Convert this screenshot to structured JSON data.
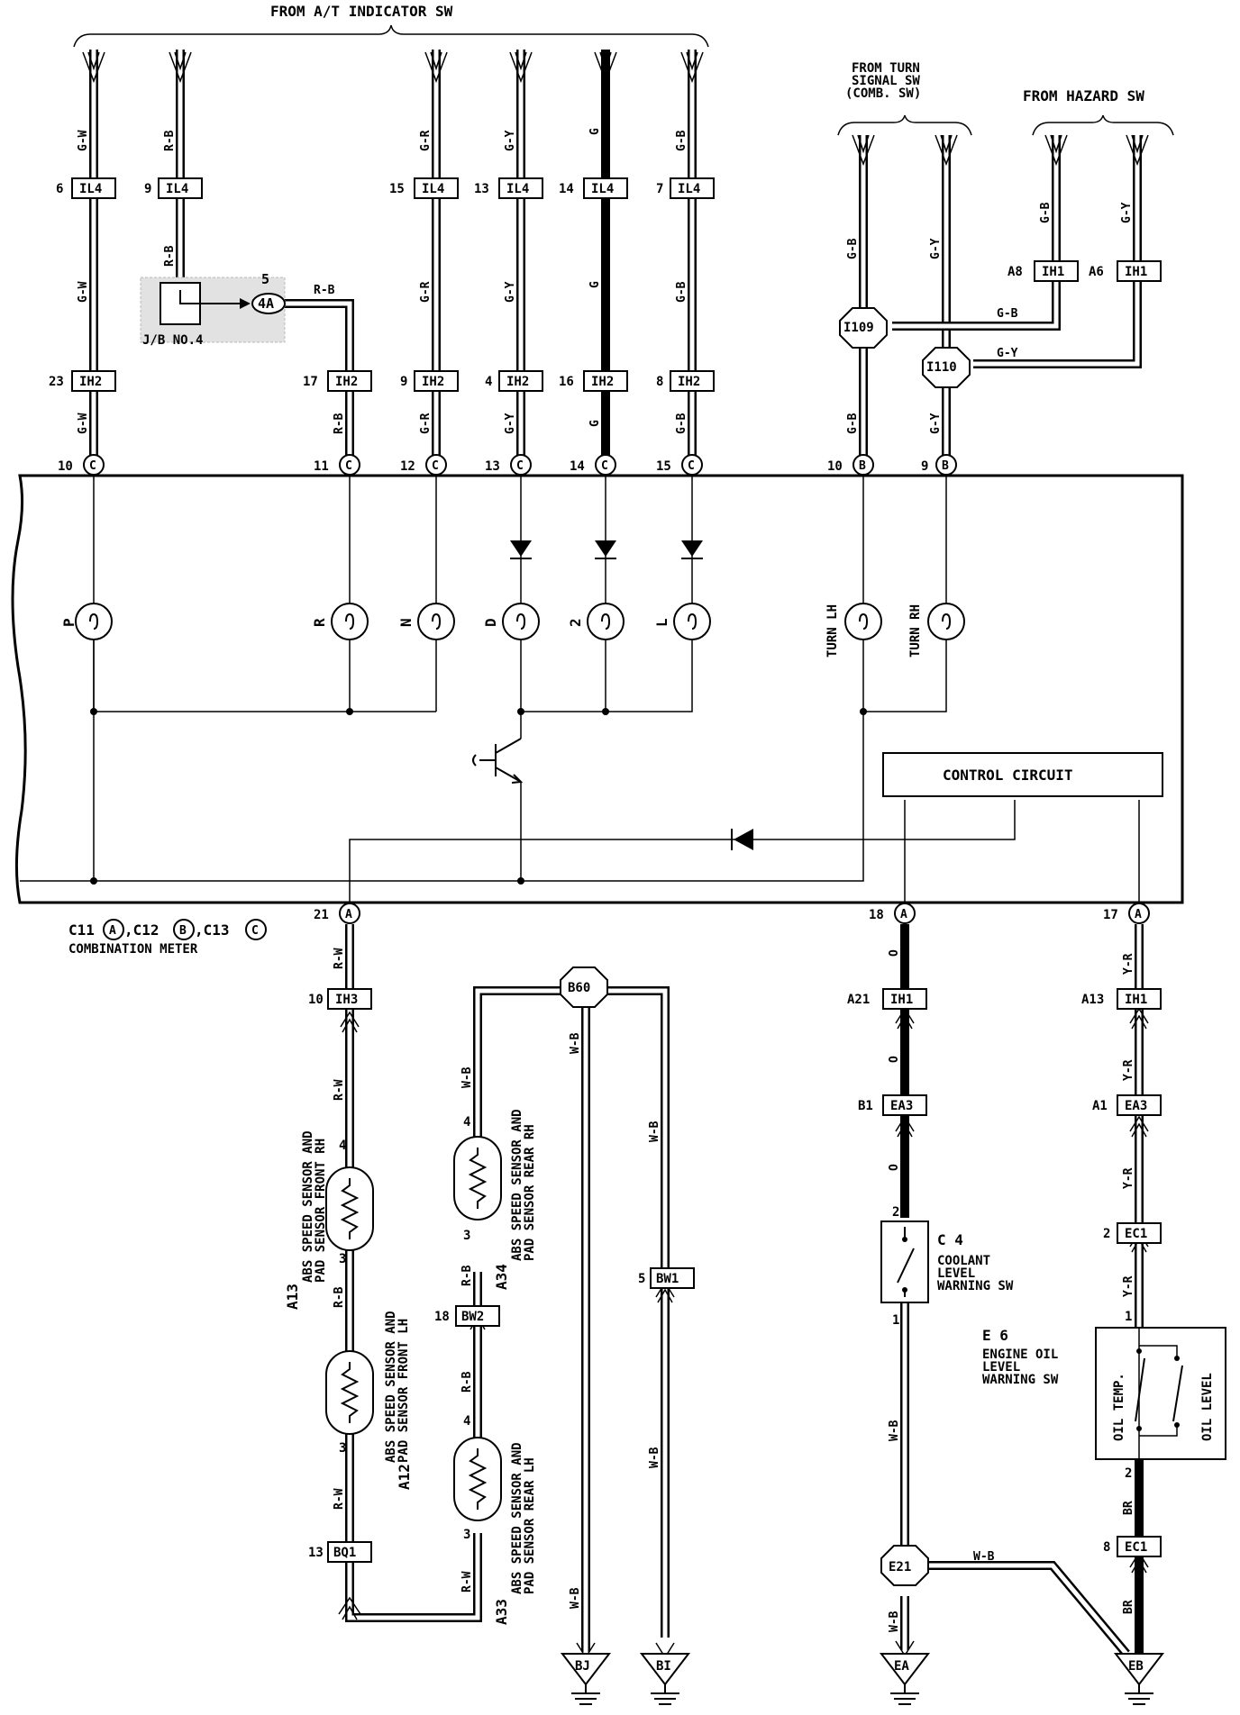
{
  "headers": {
    "at_indicator": "FROM A/T INDICATOR SW",
    "turn_signal_1": "FROM TURN",
    "turn_signal_2": "SIGNAL SW",
    "turn_signal_3": "(COMB. SW)",
    "hazard": "FROM HAZARD SW"
  },
  "top_connectors": [
    {
      "pin": "6",
      "label": "IL4",
      "wire": "G-W"
    },
    {
      "pin": "9",
      "label": "IL4",
      "wire": "R-B"
    },
    {
      "pin": "15",
      "label": "IL4",
      "wire": "G-R"
    },
    {
      "pin": "13",
      "label": "IL4",
      "wire": "G-Y"
    },
    {
      "pin": "14",
      "label": "IL4",
      "wire": "G"
    },
    {
      "pin": "7",
      "label": "IL4",
      "wire": "G-B"
    }
  ],
  "ih2_connectors": [
    {
      "pin": "23",
      "label": "IH2",
      "wire": "G-W"
    },
    {
      "pin": "17",
      "label": "IH2",
      "wire": "R-B"
    },
    {
      "pin": "9",
      "label": "IH2",
      "wire": "G-R"
    },
    {
      "pin": "4",
      "label": "IH2",
      "wire": "G-Y"
    },
    {
      "pin": "16",
      "label": "IH2",
      "wire": "G"
    },
    {
      "pin": "8",
      "label": "IH2",
      "wire": "G-B"
    }
  ],
  "meter_pins_top": [
    {
      "pin": "10",
      "conn": "C"
    },
    {
      "pin": "11",
      "conn": "C"
    },
    {
      "pin": "12",
      "conn": "C"
    },
    {
      "pin": "13",
      "conn": "C"
    },
    {
      "pin": "14",
      "conn": "C"
    },
    {
      "pin": "15",
      "conn": "C"
    },
    {
      "pin": "10",
      "conn": "B"
    },
    {
      "pin": "9",
      "conn": "B"
    }
  ],
  "jb": {
    "label": "J/B NO.4",
    "pin": "5",
    "conn": "4A",
    "wire": "R-B"
  },
  "hazard_conn": [
    {
      "pin": "A8",
      "label": "IH1",
      "wire": "G-B"
    },
    {
      "pin": "A6",
      "label": "IH1",
      "wire": "G-Y"
    }
  ],
  "junctions": {
    "i109": "I109",
    "i110": "I110",
    "b60": "B60",
    "e21": "E21"
  },
  "lamps": [
    "P",
    "R",
    "N",
    "D",
    "2",
    "L",
    "TURN LH",
    "TURN RH"
  ],
  "control_circuit": "CONTROL CIRCUIT",
  "meter_caption": {
    "line1_a": "C11",
    "conn_a": "A",
    "line1_b": ",C12",
    "conn_b": "B",
    "line1_c": ",C13",
    "conn_c": "C",
    "line2": "COMBINATION METER"
  },
  "meter_pins_bottom": [
    {
      "pin": "21",
      "conn": "A"
    },
    {
      "pin": "18",
      "conn": "A"
    },
    {
      "pin": "17",
      "conn": "A"
    }
  ],
  "lower_left": {
    "ih3": {
      "pin": "10",
      "label": "IH3"
    },
    "bw2": {
      "pin": "18",
      "label": "BW2"
    },
    "bq1": {
      "pin": "13",
      "label": "BQ1"
    },
    "bw1": {
      "pin": "5",
      "label": "BW1"
    },
    "a13": {
      "code": "A13",
      "l1": "ABS SPEED SENSOR AND",
      "l2": "PAD SENSOR FRONT RH"
    },
    "a12": {
      "code": "A12",
      "l1": "ABS SPEED SENSOR AND",
      "l2": "PAD SENSOR FRONT LH"
    },
    "a34": {
      "code": "A34",
      "l1": "ABS SPEED SENSOR AND",
      "l2": "PAD SENSOR REAR RH"
    },
    "a33": {
      "code": "A33",
      "l1": "ABS SPEED SENSOR AND",
      "l2": "PAD SENSOR REAR LH"
    },
    "pin4": "4",
    "pin3": "3"
  },
  "lower_right": {
    "ih1_a21": {
      "pin": "A21",
      "label": "IH1"
    },
    "ea3_b1": {
      "pin": "B1",
      "label": "EA3"
    },
    "ih1_a13": {
      "pin": "A13",
      "label": "IH1"
    },
    "ea3_a1": {
      "pin": "A1",
      "label": "EA3"
    },
    "ec1_2": {
      "pin": "2",
      "label": "EC1"
    },
    "ec1_8": {
      "pin": "8",
      "label": "EC1"
    },
    "c4": {
      "code": "C 4",
      "l1": "COOLANT",
      "l2": "LEVEL",
      "l3": "WARNING SW"
    },
    "e6": {
      "code": "E 6",
      "l1": "ENGINE OIL",
      "l2": "LEVEL",
      "l3": "WARNING SW",
      "temp": "OIL TEMP.",
      "level": "OIL LEVEL"
    },
    "pin1": "1",
    "pin2": "2"
  },
  "grounds": [
    "BJ",
    "BI",
    "EA",
    "EB"
  ],
  "wires": {
    "rw": "R-W",
    "rb": "R-B",
    "wb": "W-B",
    "o": "O",
    "yr": "Y-R",
    "br": "BR",
    "gb": "G-B",
    "gy": "G-Y"
  }
}
